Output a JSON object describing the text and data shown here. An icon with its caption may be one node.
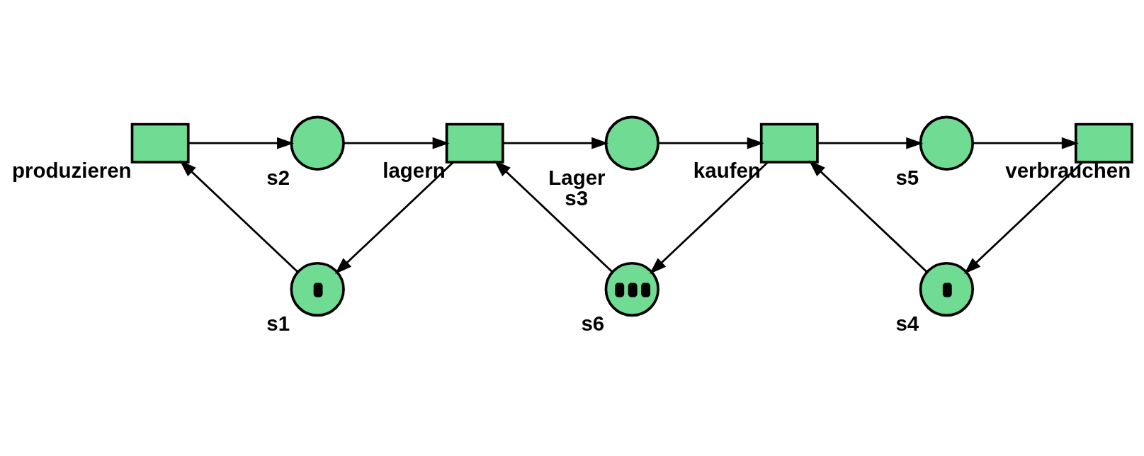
{
  "diagram": {
    "nodes": [
      {
        "text": [
          "s2"
        ]
      },
      {
        "text": [
          "s5"
        ]
      },
      {
        "text": [
          "produzieren"
        ]
      },
      {
        "text": [
          "lagern"
        ]
      },
      {
        "text": [
          "Lager",
          "s3"
        ]
      },
      {
        "text": [
          "kaufen"
        ]
      },
      {
        "text": [
          "verbrauchen"
        ]
      },
      {
        "text": [
          "s1"
        ]
      },
      {
        "text": [
          "s6"
        ]
      },
      {
        "text": [
          "s4"
        ]
      }
    ],
    "edges": [
      {
        "from": 2,
        "to": 0,
        "arrow": "to"
      },
      {
        "from": 0,
        "to": 3,
        "arrow": "to"
      },
      {
        "from": 3,
        "to": 7,
        "arrow": "to"
      },
      {
        "from": 7,
        "to": 2,
        "arrow": "to"
      },
      {
        "from": 3,
        "to": 4,
        "arrow": "to"
      },
      {
        "from": 4,
        "to": 5,
        "arrow": "to"
      },
      {
        "from": 8,
        "to": 3,
        "arrow": "to"
      },
      {
        "from": 5,
        "to": 8,
        "arrow": "to"
      },
      {
        "from": 5,
        "to": 1,
        "arrow": "to"
      },
      {
        "from": 1,
        "to": 6,
        "arrow": "to"
      },
      {
        "from": 6,
        "to": 9,
        "arrow": "to"
      },
      {
        "from": 9,
        "to": 5,
        "arrow": "to"
      }
    ]
  }
}
